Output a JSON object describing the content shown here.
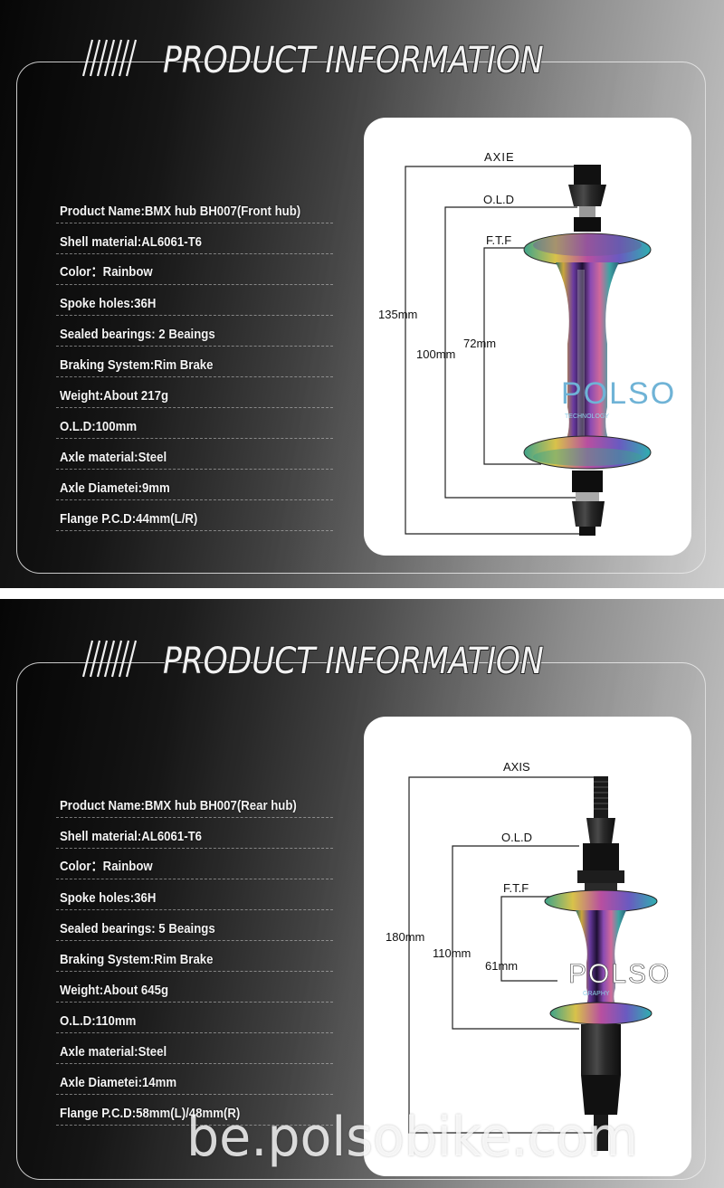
{
  "sections": [
    {
      "title": "PRODUCT INFORMATION",
      "specs": [
        "Product Name:BMX hub BH007(Front hub)",
        "Shell material:AL6061-T6",
        "Color：Rainbow",
        "Spoke holes:36H",
        "Sealed bearings: 2 Beaings",
        "Braking System:Rim Brake",
        "Weight:About 217g",
        "O.L.D:100mm",
        "Axle material:Steel",
        "Axle Diametei:9mm",
        "Flange P.C.D:44mm(L/R)"
      ],
      "diagram": {
        "axle_label": "AXIE",
        "old_label": "O.L.D",
        "ftf_label": "F.T.F",
        "axle_length": "135mm",
        "old_length": "100mm",
        "ftf_length": "72mm",
        "hub_text": "POLSO",
        "hub_subtext": "TECHNOLOGY"
      }
    },
    {
      "title": "PRODUCT INFORMATION",
      "specs": [
        "Product Name:BMX hub BH007(Rear hub)",
        "Shell material:AL6061-T6",
        "Color：Rainbow",
        "Spoke holes:36H",
        "Sealed bearings: 5 Beaings",
        "Braking System:Rim Brake",
        "Weight:About 645g",
        "O.L.D:110mm",
        "Axle material:Steel",
        "Axle Diametei:14mm",
        "Flange P.C.D:58mm(L)/48mm(R)"
      ],
      "diagram": {
        "axle_label": "AXIS",
        "old_label": "O.L.D",
        "ftf_label": "F.T.F",
        "axle_length": "180mm",
        "old_length": "110mm",
        "ftf_length": "61mm",
        "hub_text": "POLSO",
        "hub_subtext": "GRAPHY"
      }
    }
  ],
  "watermark": "be.polsobike.com",
  "colors": {
    "background_dark": "#060606",
    "background_light": "#cfcfcf",
    "text": "#f4f4f4",
    "card": "#ffffff",
    "hub_purple": "#5b2d8a",
    "hub_gold": "#c9a63a",
    "hub_teal": "#3fa4a4",
    "hub_brand_blue": "#6fb3d6"
  }
}
